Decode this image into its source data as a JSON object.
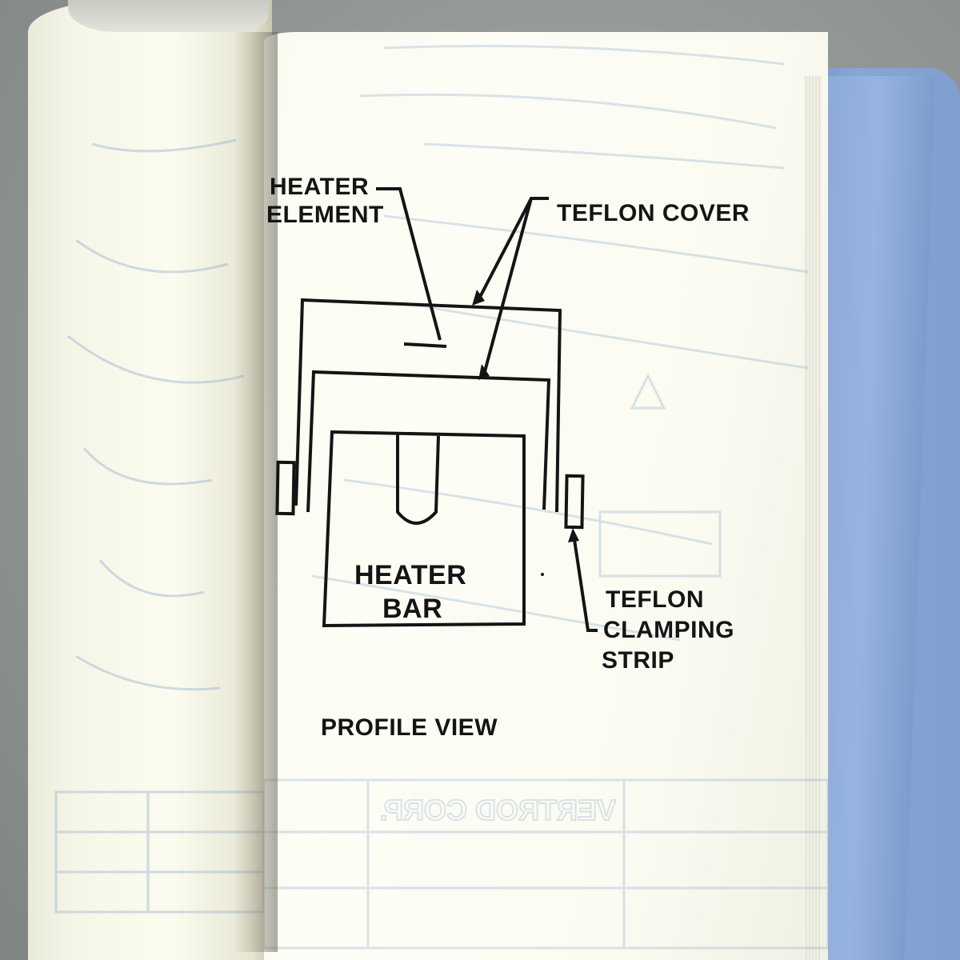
{
  "diagram": {
    "heater_element_label_1": "HEATER",
    "heater_element_label_2": "ELEMENT",
    "teflon_cover_label": "TEFLON COVER",
    "heater_bar_label_1": "HEATER",
    "heater_bar_label_2": "BAR",
    "clamping_strip_label_1": "TEFLON",
    "clamping_strip_label_2": "CLAMPING",
    "clamping_strip_label_3": "STRIP",
    "caption": "PROFILE VIEW"
  },
  "bleed_through": {
    "company": "VERTROD CORP."
  },
  "colors": {
    "ink": "#141414",
    "paper": "#fbfbf1",
    "binder": "#7f9fcf",
    "bleed": "#7ea0c8"
  }
}
